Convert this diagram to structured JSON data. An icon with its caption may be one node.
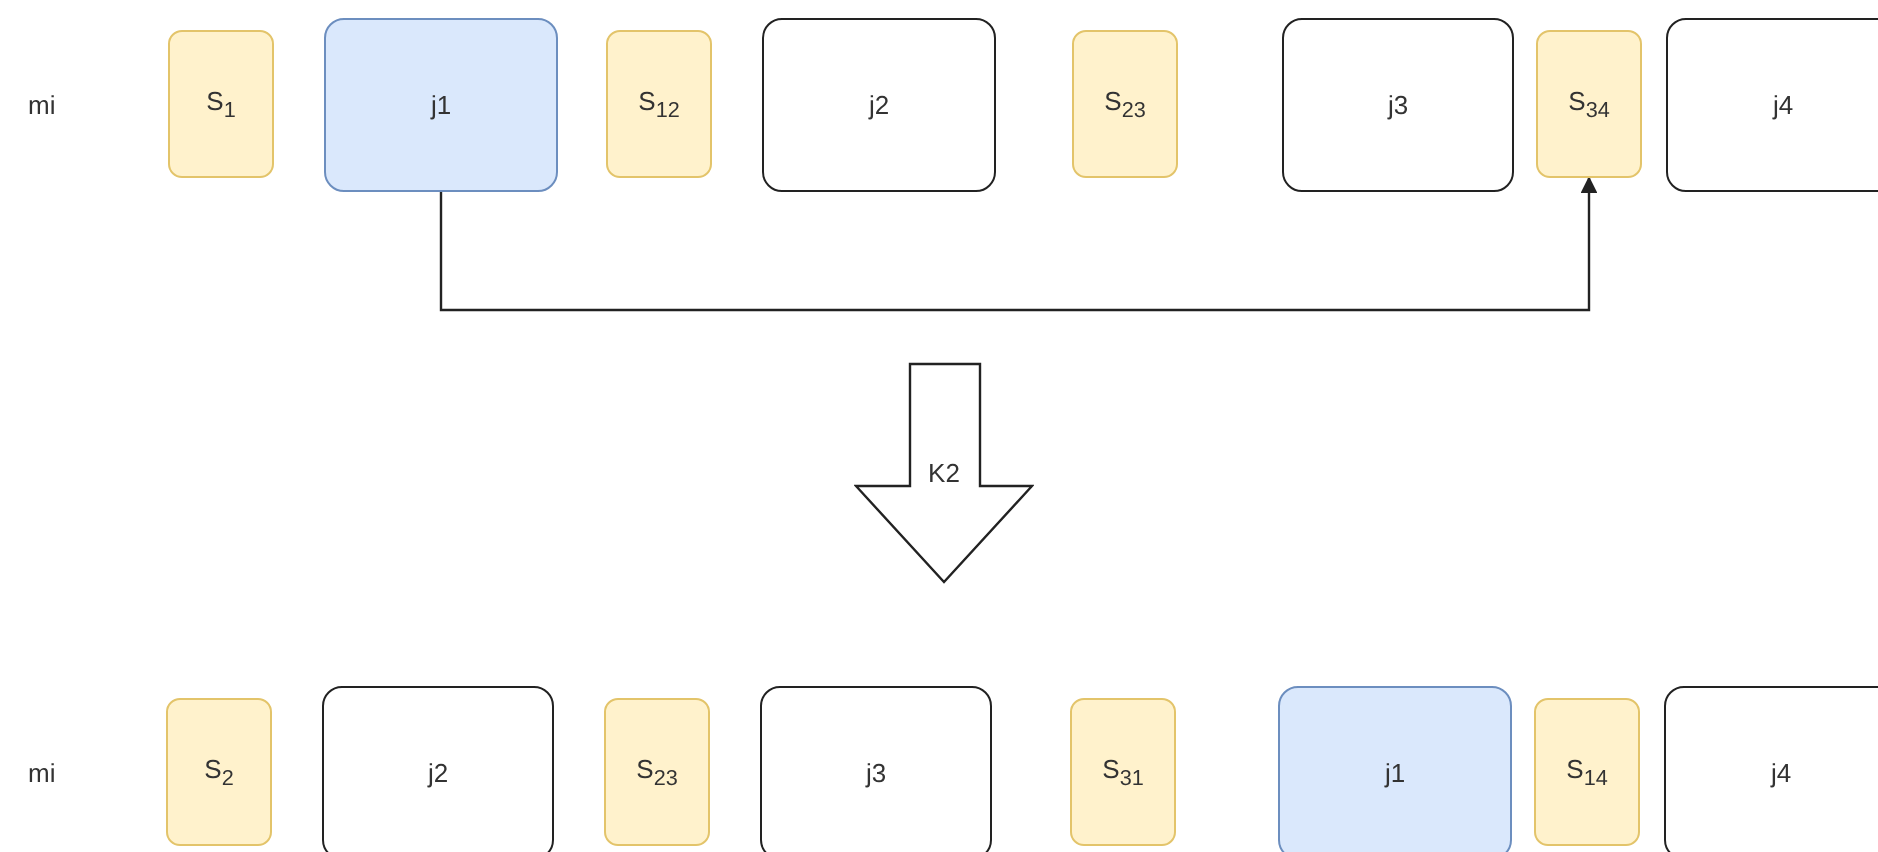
{
  "diagram": {
    "nodes": [
      {
        "text": [
          "S$_{1}$"
        ]
      },
      {
        "text": [
          "j1"
        ]
      },
      {
        "text": [
          "S$_{12}$"
        ]
      },
      {
        "text": [
          "j2"
        ]
      },
      {
        "text": [
          "S$_{23}$"
        ]
      },
      {
        "text": [
          "j3"
        ]
      },
      {
        "text": [
          "S$_{34}$"
        ]
      },
      {
        "text": [
          "j4"
        ]
      },
      {
        "text": [
          "K2"
        ]
      },
      {
        "text": [
          "S$_{2}$"
        ]
      },
      {
        "text": [
          "j2"
        ]
      },
      {
        "text": [
          "S$_{23}$"
        ]
      },
      {
        "text": [
          "j3"
        ]
      },
      {
        "text": [
          "S$_{31}$"
        ]
      },
      {
        "text": [
          "j1"
        ]
      },
      {
        "text": [
          "S$_{14}$"
        ]
      },
      {
        "text": [
          "j4"
        ]
      }
    ],
    "edges": [
      {
        "from": 1,
        "to": 6,
        "arrow": "to"
      }
    ],
    "labels": [
      "mi",
      "mi"
    ]
  }
}
